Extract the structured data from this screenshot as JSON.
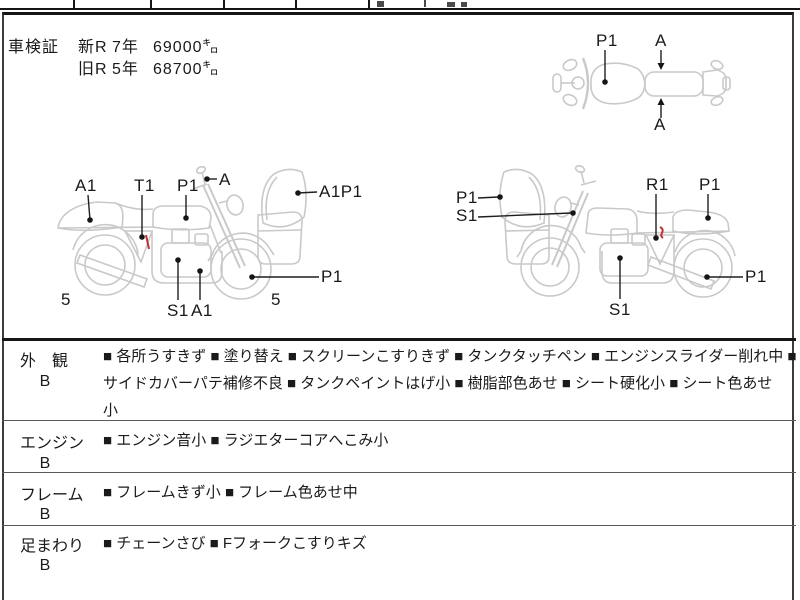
{
  "page": {
    "background": "#ffffff",
    "border_color": "#161616",
    "lineart_color": "#c9c9c9",
    "accent_red": "#c03333"
  },
  "registration": {
    "label": "車検証",
    "rows": [
      {
        "era": "新R",
        "years": "7年",
        "distance": "69000㌔"
      },
      {
        "era": "旧R",
        "years": "5年",
        "distance": "68700㌔"
      }
    ]
  },
  "bikes": {
    "left_side": {
      "labels": [
        {
          "text": "A1"
        },
        {
          "text": "T1"
        },
        {
          "text": "P1"
        },
        {
          "text": "A"
        },
        {
          "text": "A1P1"
        },
        {
          "text": "5"
        },
        {
          "text": "S1"
        },
        {
          "text": "A1"
        },
        {
          "text": "P1"
        },
        {
          "text": "5"
        }
      ]
    },
    "right_side": {
      "labels": [
        {
          "text": "P1"
        },
        {
          "text": "S1"
        },
        {
          "text": "R1"
        },
        {
          "text": "P1"
        },
        {
          "text": "P1"
        },
        {
          "text": "S1"
        }
      ]
    },
    "top_view": {
      "labels": [
        {
          "text": "P1"
        },
        {
          "text": "A"
        },
        {
          "text": "A"
        }
      ]
    }
  },
  "sections": [
    {
      "label": "外　観",
      "grade": "B",
      "lines": [
        "■ 各所うすきず ■ 塗り替え ■ スクリーンこすりきず ■ タンクタッチペン ■ エンジンスライダー削れ中 ■",
        "サイドカバーパテ補修不良 ■ タンクペイントはげ小 ■ 樹脂部色あせ ■ シート硬化小 ■ シート色あせ",
        "小"
      ]
    },
    {
      "label": "エンジン",
      "grade": "B",
      "lines": [
        "■ エンジン音小 ■ ラジエターコアへこみ小"
      ]
    },
    {
      "label": "フレーム",
      "grade": "B",
      "lines": [
        "■ フレームきず小 ■ フレーム色あせ中"
      ]
    },
    {
      "label": "足まわり",
      "grade": "B",
      "lines": [
        "■ チェーンさび ■ Fフォークこすりキズ"
      ]
    }
  ]
}
